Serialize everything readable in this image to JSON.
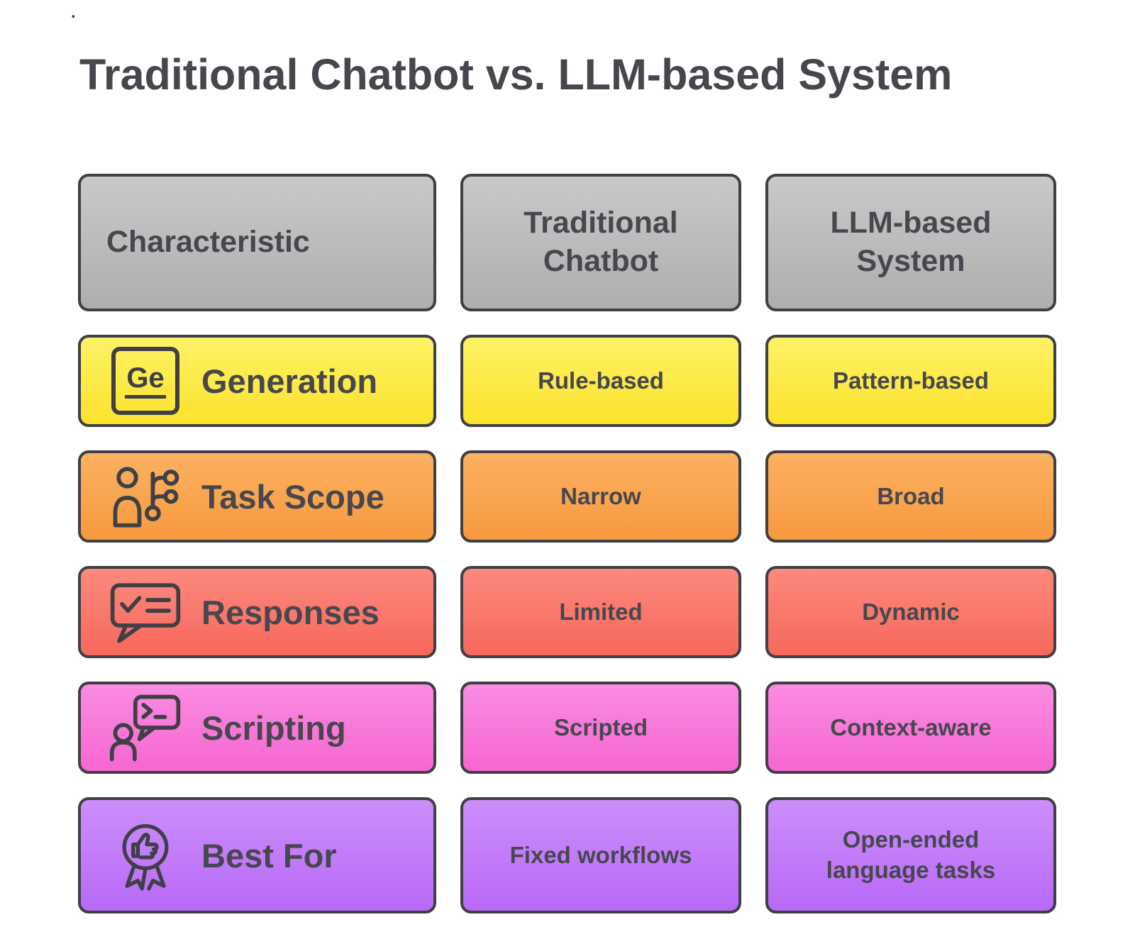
{
  "page": {
    "stray_dot": ".",
    "title": "Traditional Chatbot vs. LLM-based System",
    "background": "#ffffff",
    "border_color": "#3f3f46",
    "text_color": "#47474f"
  },
  "table": {
    "header_colors": {
      "top": "#c9c9c9",
      "bottom": "#aeaeae"
    },
    "headers": [
      {
        "label": "Characteristic"
      },
      {
        "label": "Traditional Chatbot"
      },
      {
        "label": "LLM-based System"
      }
    ],
    "rows": [
      {
        "label": "Generation",
        "icon": "ge-badge-icon",
        "icon_text": "Ge",
        "traditional": "Rule-based",
        "llm": "Pattern-based",
        "colors": {
          "top": "#fdf266",
          "bottom": "#fbe22c"
        }
      },
      {
        "label": "Task Scope",
        "icon": "person-branch-icon",
        "traditional": "Narrow",
        "llm": "Broad",
        "colors": {
          "top": "#fbb161",
          "bottom": "#f7993f"
        }
      },
      {
        "label": "Responses",
        "icon": "checklist-bubble-icon",
        "traditional": "Limited",
        "llm": "Dynamic",
        "colors": {
          "top": "#fb8a7d",
          "bottom": "#f7675c"
        }
      },
      {
        "label": "Scripting",
        "icon": "person-code-bubble-icon",
        "traditional": "Scripted",
        "llm": "Context-aware",
        "colors": {
          "top": "#fa8ce1",
          "bottom": "#f666d1"
        }
      },
      {
        "label": "Best For",
        "icon": "award-thumbs-up-icon",
        "traditional": "Fixed workflows",
        "llm": "Open-ended language tasks",
        "colors": {
          "top": "#cc8efa",
          "bottom": "#b869f7"
        }
      }
    ]
  }
}
